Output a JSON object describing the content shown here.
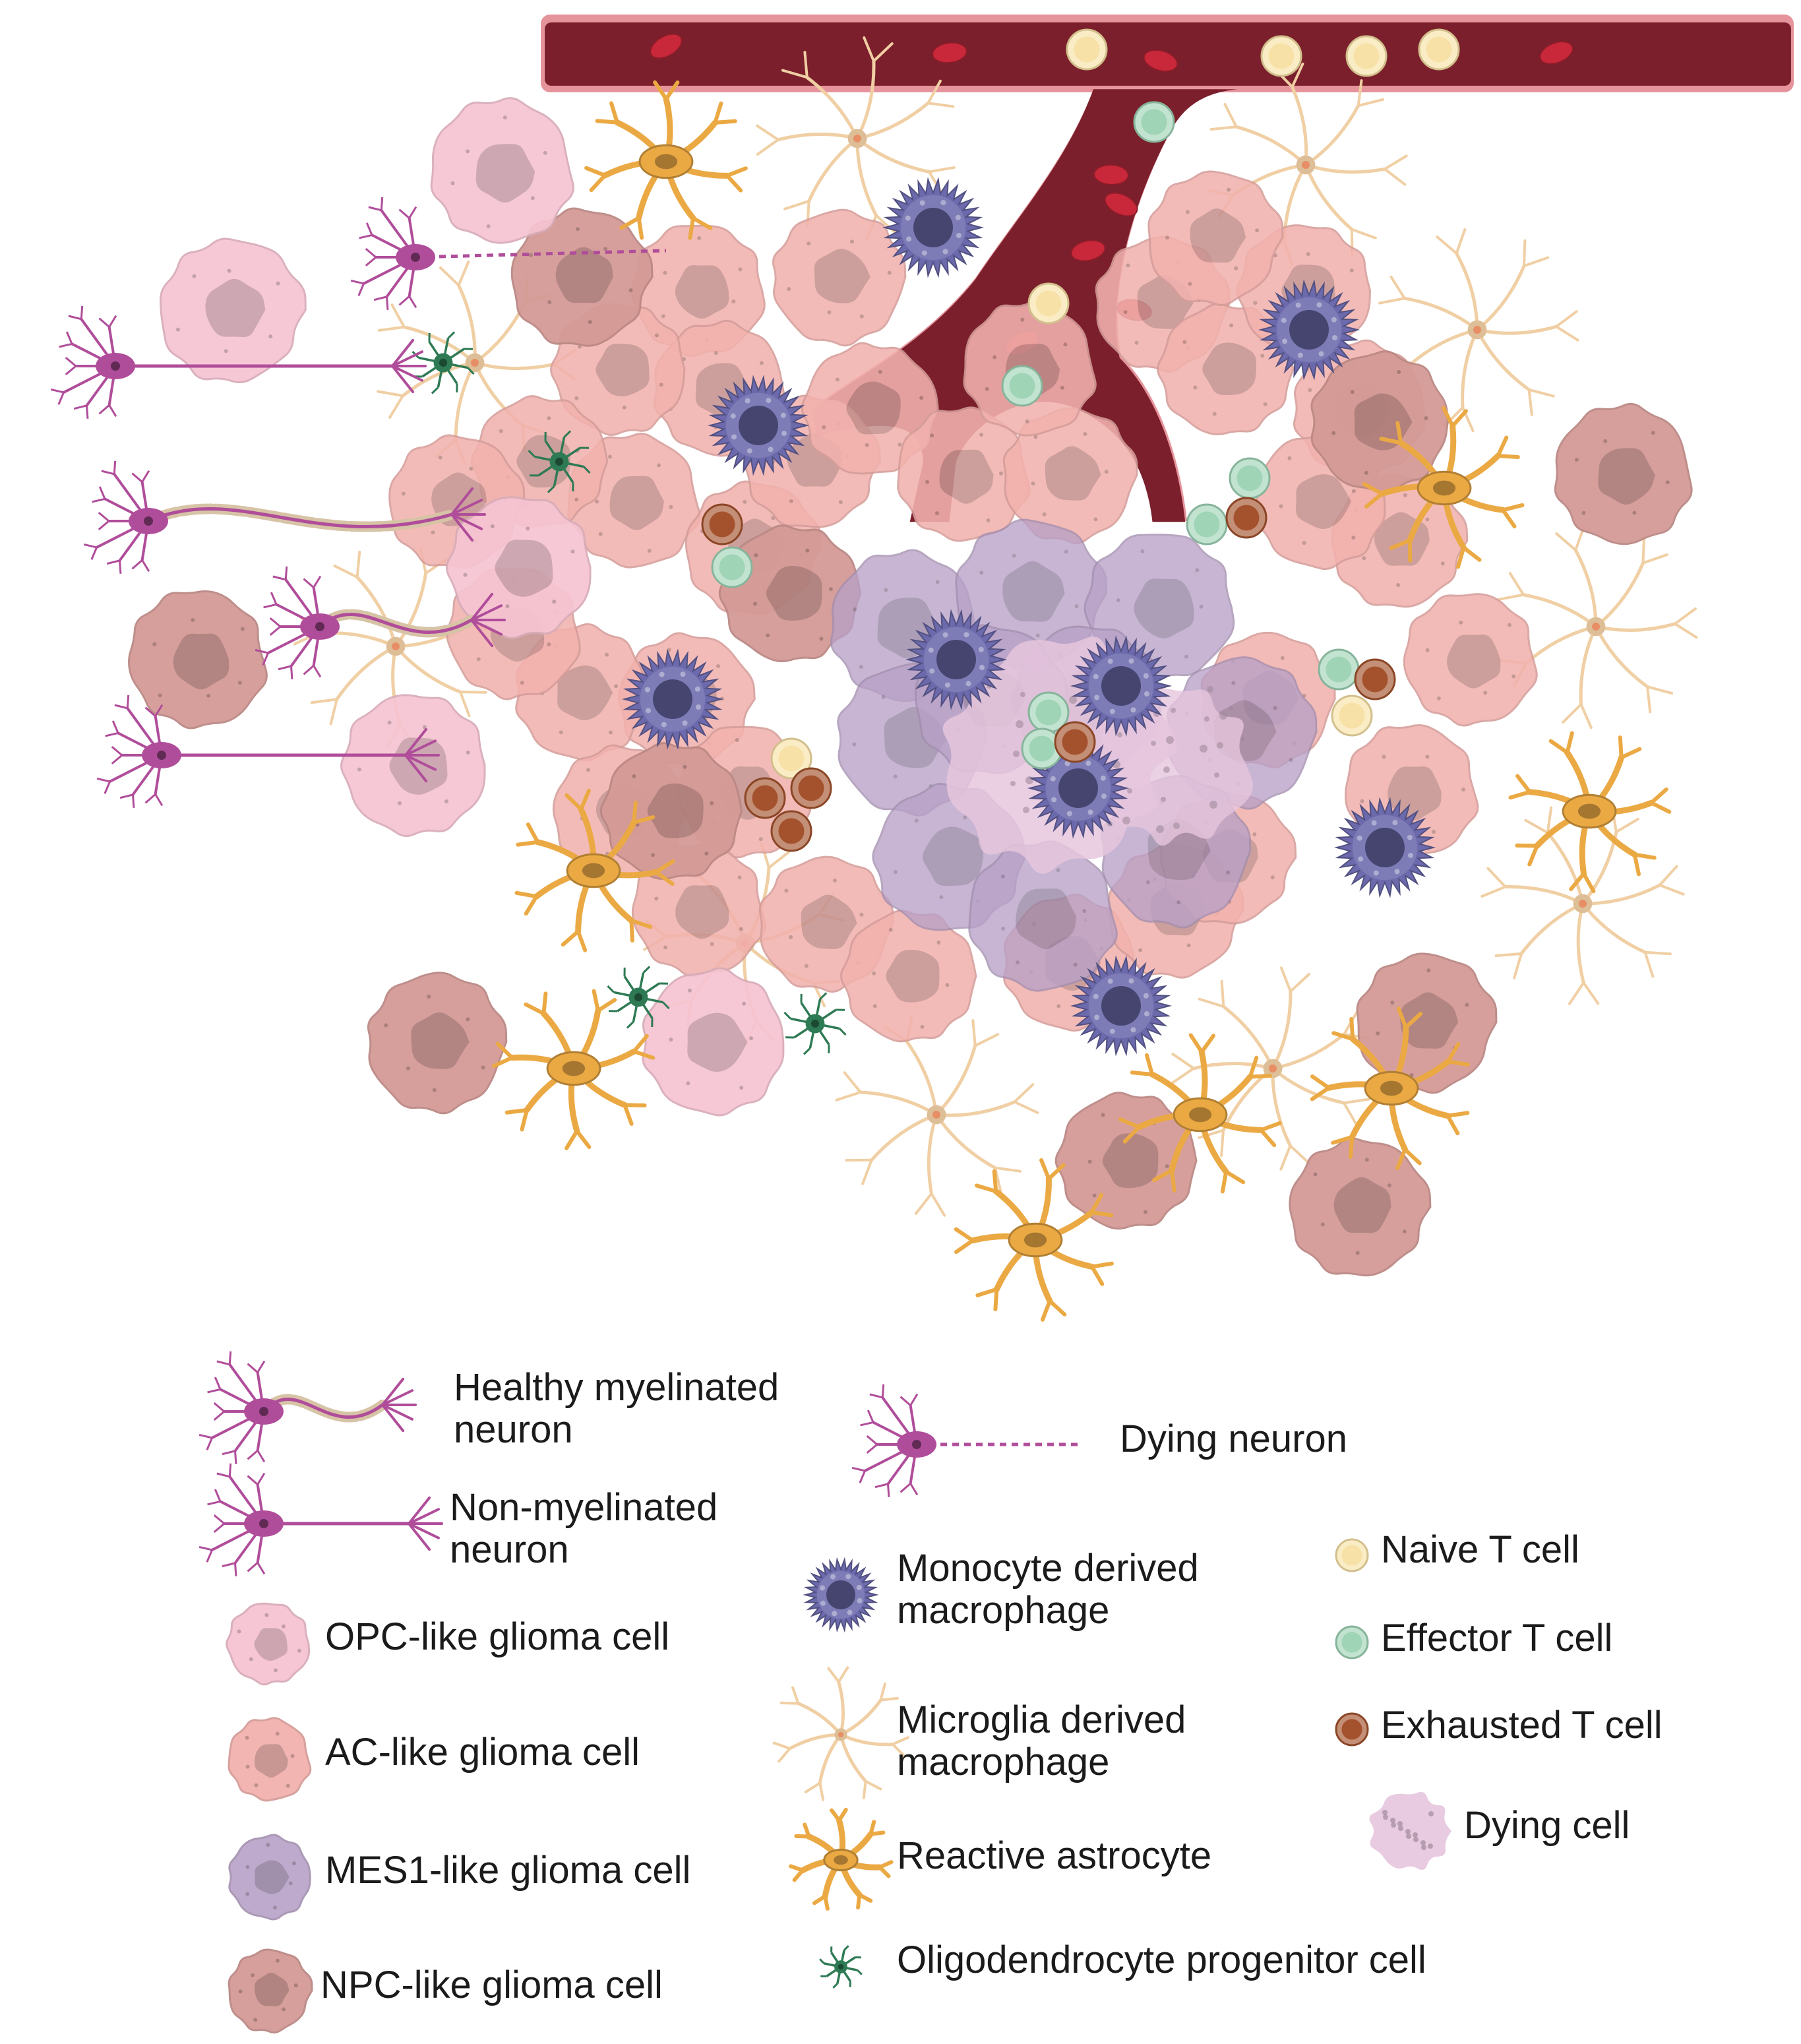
{
  "colors": {
    "vessel": "#7a1f2b",
    "vessel_rim": "#e6949c",
    "rbc": "#c8283a",
    "neuron": "#b04d9a",
    "opc_glioma": "#f6c4d2",
    "ac_glioma": "#f2b2ae",
    "mes1_glioma": "#b8a1c7",
    "npc_glioma": "#d49a96",
    "monocyte_macrophage": "#6c6aac",
    "microglia": "#f0cfa4",
    "reactive_astrocyte": "#eba944",
    "opc": "#2e7a54",
    "naive_t": "#f7e1a6",
    "effector_t": "#9fd4b6",
    "exhausted_t": "#a4522d",
    "dying_cell": "#e6c5dd"
  },
  "legend": {
    "healthy_myelinated_neuron": "Healthy myelinated\nneuron",
    "non_myelinated_neuron": "Non-myelinated\nneuron",
    "opc_like_glioma_cell": "OPC-like glioma cell",
    "ac_like_glioma_cell": "AC-like glioma cell",
    "mes1_like_glioma_cell": "MES1-like glioma cell",
    "npc_like_glioma_cell": "NPC-like glioma cell",
    "dying_neuron": "Dying neuron",
    "monocyte_derived_macrophage": "Monocyte derived\nmacrophage",
    "microglia_derived_macrophage": "Microglia derived\nmacrophage",
    "reactive_astrocyte": "Reactive astrocyte",
    "oligodendrocyte_progenitor_cell": "Oligodendrocyte progenitor cell",
    "naive_t_cell": "Naive T cell",
    "effector_t_cell": "Effector T cell",
    "exhausted_t_cell": "Exhausted T cell",
    "dying_cell": "Dying cell"
  }
}
